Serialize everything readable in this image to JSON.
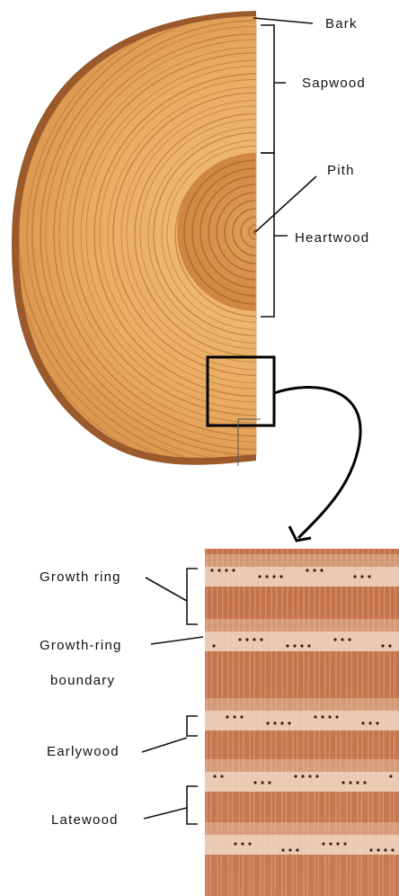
{
  "labels": {
    "bark": "Bark",
    "sapwood": "Sapwood",
    "pith": "Pith",
    "heartwood": "Heartwood",
    "growth_ring": "Growth ring",
    "growth_ring_boundary_line1": "Growth-ring",
    "growth_ring_boundary_line2": "boundary",
    "earlywood": "Earlywood",
    "latewood": "Latewood"
  },
  "colors": {
    "sapwood": "#e9b06a",
    "heartwood": "#d9904a",
    "bark": "#a0602e",
    "ring_line": "#b46a2c",
    "micro_latewood": "#b8603a",
    "micro_earlywood": "#f0d8c4"
  }
}
